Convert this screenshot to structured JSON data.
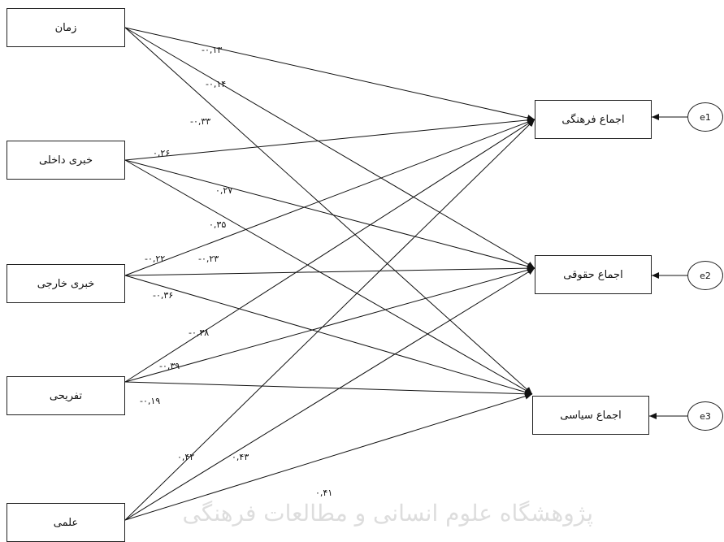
{
  "watermark": "پژوهشگاه علوم انسانی و مطالعات فرهنگی",
  "predictors": [
    {
      "id": "p1",
      "label": "زمان"
    },
    {
      "id": "p2",
      "label": "خبری داخلی"
    },
    {
      "id": "p3",
      "label": "خبری خارجی"
    },
    {
      "id": "p4",
      "label": "تفریحی"
    },
    {
      "id": "p5",
      "label": "علمی"
    }
  ],
  "outcomes": [
    {
      "id": "o1",
      "label": "اجماع فرهنگی"
    },
    {
      "id": "o2",
      "label": "اجماع حقوقی"
    },
    {
      "id": "o3",
      "label": "اجماع سیاسی"
    }
  ],
  "errors": [
    {
      "id": "e1",
      "label": "e1"
    },
    {
      "id": "e2",
      "label": "e2"
    },
    {
      "id": "e3",
      "label": "e3"
    }
  ],
  "paths": [
    {
      "from": "p1",
      "to": "o1",
      "coefficient": "-۰,۱۳"
    },
    {
      "from": "p1",
      "to": "o2",
      "coefficient": "-۰,۱۴"
    },
    {
      "from": "p1",
      "to": "o3",
      "coefficient": "-۰,۳۳"
    },
    {
      "from": "p2",
      "to": "o1",
      "coefficient": "۰,۲۶"
    },
    {
      "from": "p2",
      "to": "o2",
      "coefficient": "۰,۲۷"
    },
    {
      "from": "p2",
      "to": "o3",
      "coefficient": "۰,۳۵"
    },
    {
      "from": "p3",
      "to": "o1",
      "coefficient": "-۰,۲۲"
    },
    {
      "from": "p3",
      "to": "o2",
      "coefficient": "-۰,۲۳"
    },
    {
      "from": "p3",
      "to": "o3",
      "coefficient": "-۰,۳۶"
    },
    {
      "from": "p4",
      "to": "o1",
      "coefficient": "-۰,۳۸"
    },
    {
      "from": "p4",
      "to": "o2",
      "coefficient": "-۰,۳۹"
    },
    {
      "from": "p4",
      "to": "o3",
      "coefficient": "-۰,۱۹"
    },
    {
      "from": "p5",
      "to": "o1",
      "coefficient": "۰,۴۲"
    },
    {
      "from": "p5",
      "to": "o2",
      "coefficient": "۰,۴۳"
    },
    {
      "from": "p5",
      "to": "o3",
      "coefficient": "۰,۴۱"
    }
  ]
}
